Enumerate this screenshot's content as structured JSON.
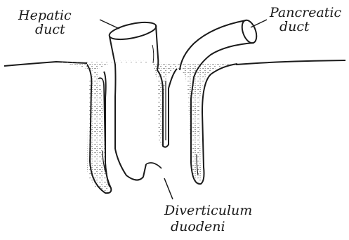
{
  "labels": {
    "hepatic_line1": "Hepatic",
    "hepatic_line2": "duct",
    "pancreatic_line1": "Pancreatic",
    "pancreatic_line2": "duct",
    "divert_line1": "Diverticulum",
    "divert_line2": "duodeni"
  },
  "colors": {
    "ink": "#1a1a1a",
    "stipple": "#777777",
    "background": "#ffffff"
  }
}
